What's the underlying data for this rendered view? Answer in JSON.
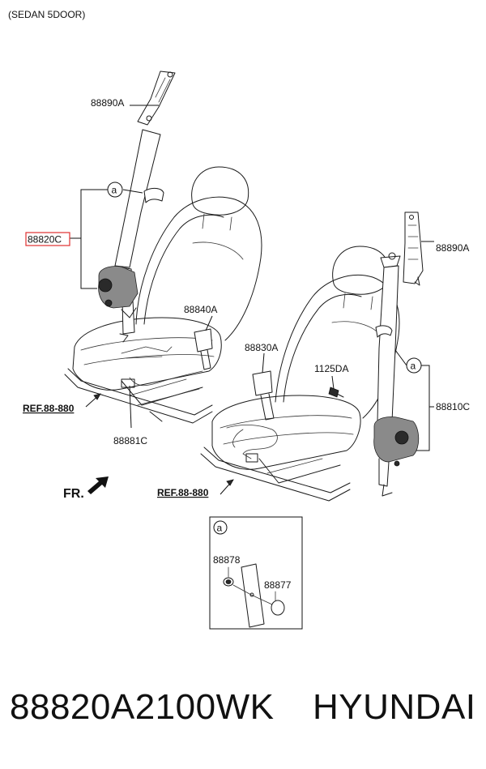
{
  "header": {
    "variant": "(SEDAN 5DOOR)"
  },
  "labels": {
    "anchor_left": "88890A",
    "anchor_right": "88890A",
    "belt_front_left": "88820C",
    "buckle_left": "88840A",
    "buckle_right": "88830A",
    "bolt": "1125DA",
    "belt_front_right": "88810C",
    "harness": "88881C",
    "ref_left": "REF.88-880",
    "ref_right": "REF.88-880",
    "fr": "FR.",
    "callout_a": "a"
  },
  "inset": {
    "callout": "a",
    "part_left": "88878",
    "part_right": "88877"
  },
  "caption": {
    "part_number": "88820A2100WK",
    "brand": "HYUNDAI"
  },
  "colors": {
    "highlight": "#e03030",
    "line": "#1a1a1a"
  }
}
